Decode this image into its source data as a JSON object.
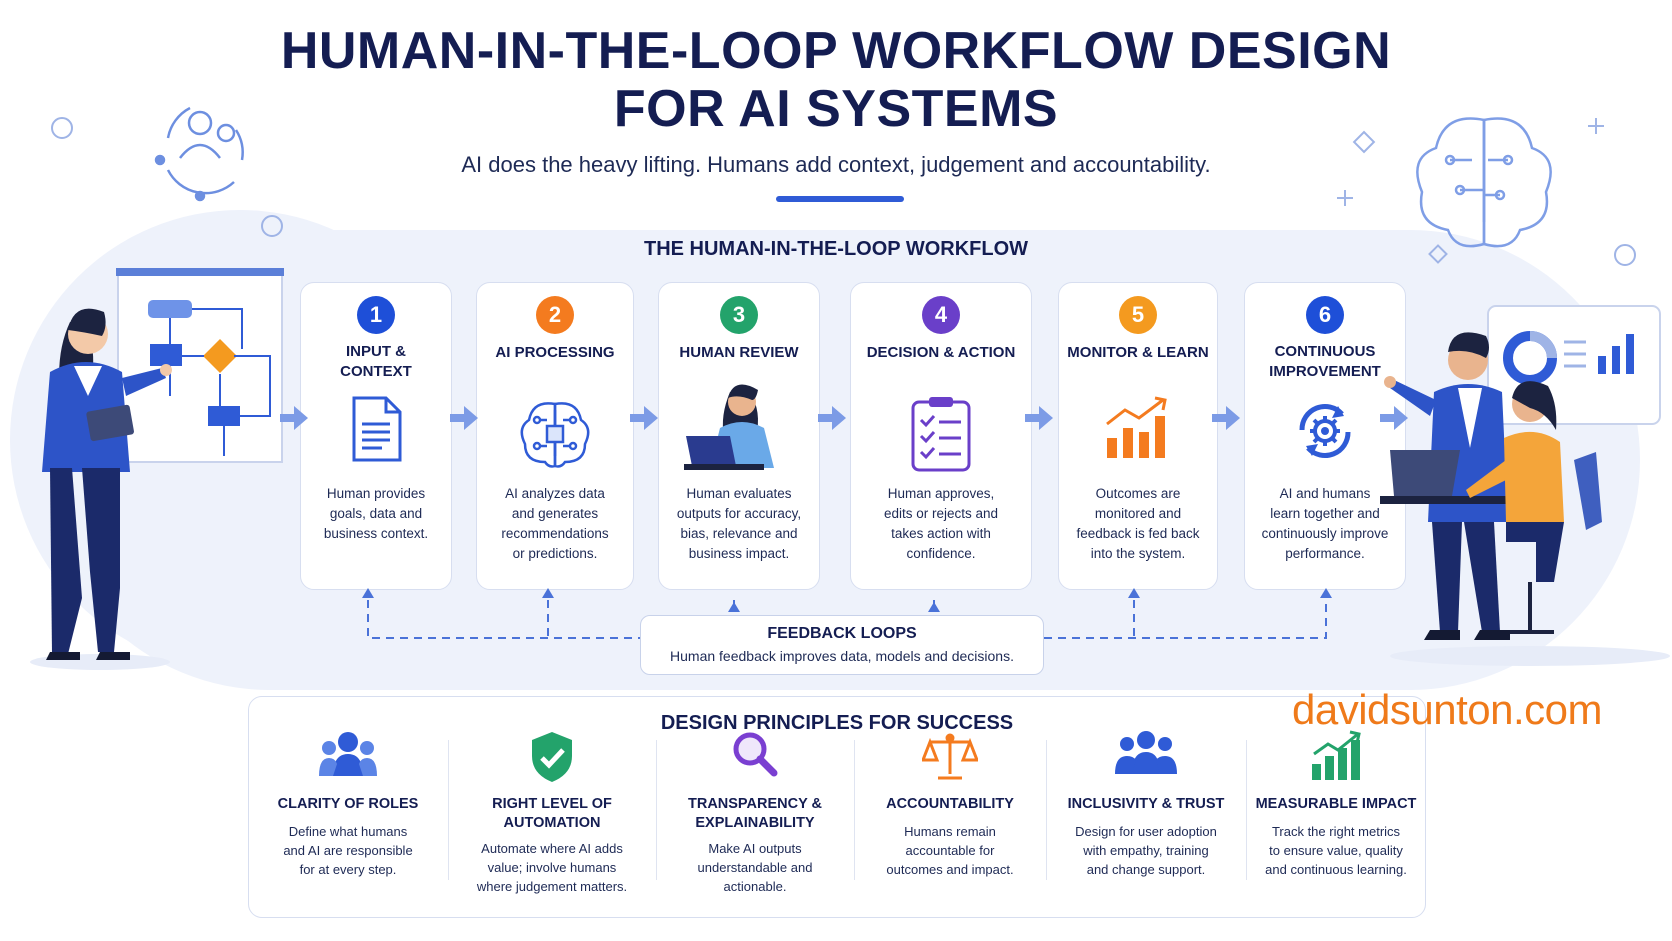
{
  "header": {
    "title_line1": "HUMAN-IN-THE-LOOP WORKFLOW DESIGN",
    "title_line2": "FOR AI SYSTEMS",
    "subtitle": "AI does the heavy lifting. Humans add context, judgement and accountability."
  },
  "workflow": {
    "title": "THE HUMAN-IN-THE-LOOP WORKFLOW",
    "steps": [
      {
        "number": "1",
        "title_l1": "INPUT &",
        "title_l2": "CONTEXT",
        "color": "#1e4fd8",
        "icon": "document-icon",
        "desc_l1": "Human provides",
        "desc_l2": "goals, data and",
        "desc_l3": "business context.",
        "desc_l4": ""
      },
      {
        "number": "2",
        "title_l1": "AI PROCESSING",
        "title_l2": "",
        "color": "#f47b1f",
        "icon": "ai-brain-icon",
        "desc_l1": "AI analyzes data",
        "desc_l2": "and generates",
        "desc_l3": "recommendations",
        "desc_l4": "or predictions."
      },
      {
        "number": "3",
        "title_l1": "HUMAN REVIEW",
        "title_l2": "",
        "color": "#23a36b",
        "icon": "reviewer-laptop-icon",
        "desc_l1": "Human evaluates",
        "desc_l2": "outputs for accuracy,",
        "desc_l3": "bias, relevance and",
        "desc_l4": "business impact."
      },
      {
        "number": "4",
        "title_l1": "DECISION & ACTION",
        "title_l2": "",
        "color": "#6a3fc9",
        "icon": "checklist-icon",
        "desc_l1": "Human approves,",
        "desc_l2": "edits or rejects and",
        "desc_l3": "takes action with",
        "desc_l4": "confidence."
      },
      {
        "number": "5",
        "title_l1": "MONITOR & LEARN",
        "title_l2": "",
        "color": "#f49a1f",
        "icon": "growth-chart-icon",
        "desc_l1": "Outcomes are",
        "desc_l2": "monitored and",
        "desc_l3": "feedback is fed back",
        "desc_l4": "into the system."
      },
      {
        "number": "6",
        "title_l1": "CONTINUOUS",
        "title_l2": "IMPROVEMENT",
        "color": "#1e4fd8",
        "icon": "refresh-gear-icon",
        "desc_l1": "AI and humans",
        "desc_l2": "learn together and",
        "desc_l3": "continuously improve",
        "desc_l4": "performance."
      }
    ]
  },
  "feedback": {
    "title": "FEEDBACK LOOPS",
    "desc": "Human feedback improves data, models and decisions."
  },
  "principles": {
    "title": "DESIGN PRINCIPLES FOR SUCCESS",
    "items": [
      {
        "title_l1": "CLARITY OF ROLES",
        "title_l2": "",
        "icon": "team-icon",
        "d1": "Define what humans",
        "d2": "and AI are responsible",
        "d3": "for at every step.",
        "d4": ""
      },
      {
        "title_l1": "RIGHT LEVEL OF",
        "title_l2": "AUTOMATION",
        "icon": "shield-check-icon",
        "d1": "Automate where AI adds",
        "d2": "value; involve humans",
        "d3": "where judgement matters.",
        "d4": ""
      },
      {
        "title_l1": "TRANSPARENCY &",
        "title_l2": "EXPLAINABILITY",
        "icon": "magnifier-icon",
        "d1": "Make AI outputs",
        "d2": "understandable and",
        "d3": "actionable.",
        "d4": ""
      },
      {
        "title_l1": "ACCOUNTABILITY",
        "title_l2": "",
        "icon": "scales-icon",
        "d1": "Humans remain",
        "d2": "accountable for",
        "d3": "outcomes and impact.",
        "d4": ""
      },
      {
        "title_l1": "INCLUSIVITY & TRUST",
        "title_l2": "",
        "icon": "group-icon",
        "d1": "Design for user adoption",
        "d2": "with empathy, training",
        "d3": "and change support.",
        "d4": ""
      },
      {
        "title_l1": "MEASURABLE IMPACT",
        "title_l2": "",
        "icon": "bar-growth-icon",
        "d1": "Track the right metrics",
        "d2": "to ensure value, quality",
        "d3": "and continuous learning.",
        "d4": ""
      }
    ]
  },
  "brand": "davidsunton.com"
}
